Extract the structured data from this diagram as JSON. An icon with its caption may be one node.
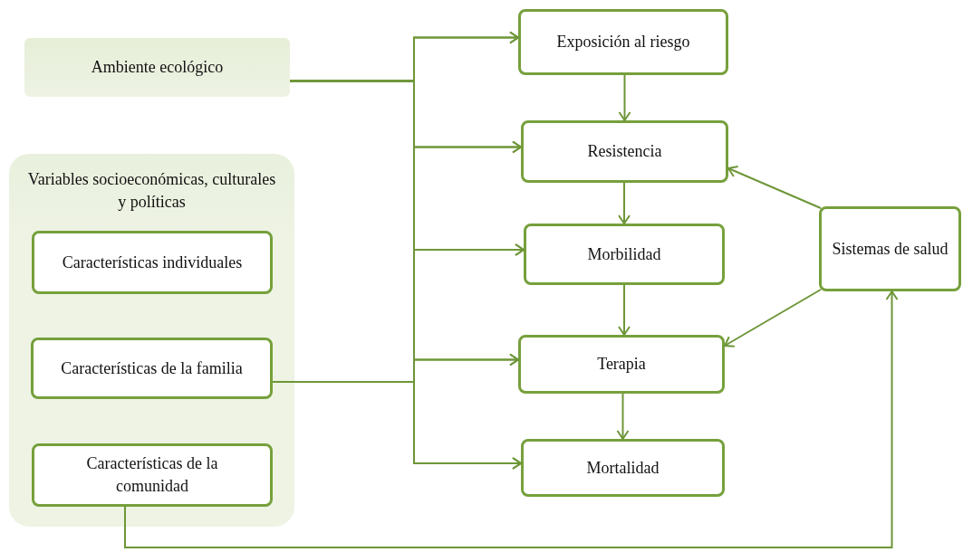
{
  "diagram": {
    "nodes": [
      {
        "text": [
          "Ambiente ecológico"
        ]
      },
      {
        "text": [
          "Variables socioeconómicas, culturales y políticas"
        ]
      },
      {
        "text": [
          "Características individuales"
        ],
        "in": 1
      },
      {
        "text": [
          "Características de la familia"
        ],
        "in": 1
      },
      {
        "text": [
          "Características de la comunidad"
        ],
        "in": 1
      },
      {
        "text": [
          "Exposición al riesgo"
        ]
      },
      {
        "text": [
          "Resistencia"
        ]
      },
      {
        "text": [
          "Morbilidad"
        ]
      },
      {
        "text": [
          "Terapia"
        ]
      },
      {
        "text": [
          "Mortalidad"
        ]
      },
      {
        "text": [
          "Sistemas de salud"
        ]
      }
    ],
    "edges": [
      {
        "from": 0,
        "to": 5,
        "arrow": "to"
      },
      {
        "from": 0,
        "to": 6,
        "arrow": "to"
      },
      {
        "from": 0,
        "to": 7,
        "arrow": "to"
      },
      {
        "from": 0,
        "to": 8,
        "arrow": "to"
      },
      {
        "from": 0,
        "to": 9,
        "arrow": "to"
      },
      {
        "from": 3,
        "to": 5,
        "arrow": "to"
      },
      {
        "from": 3,
        "to": 6,
        "arrow": "to"
      },
      {
        "from": 3,
        "to": 7,
        "arrow": "to"
      },
      {
        "from": 3,
        "to": 8,
        "arrow": "to"
      },
      {
        "from": 3,
        "to": 9,
        "arrow": "to"
      },
      {
        "from": 5,
        "to": 6,
        "arrow": "to"
      },
      {
        "from": 6,
        "to": 7,
        "arrow": "to"
      },
      {
        "from": 7,
        "to": 8,
        "arrow": "to"
      },
      {
        "from": 8,
        "to": 9,
        "arrow": "to"
      },
      {
        "from": 10,
        "to": 6,
        "arrow": "to"
      },
      {
        "from": 10,
        "to": 8,
        "arrow": "to"
      },
      {
        "from": 4,
        "to": 10,
        "arrow": "to"
      }
    ]
  }
}
